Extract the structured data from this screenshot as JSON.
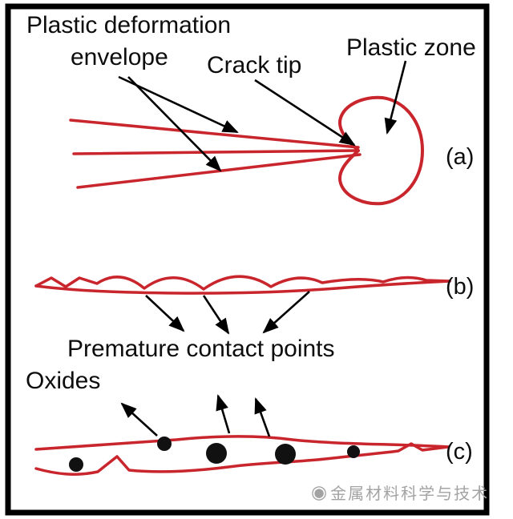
{
  "labels": {
    "plastic_deformation": "Plastic deformation",
    "envelope": "envelope",
    "crack_tip": "Crack tip",
    "plastic_zone": "Plastic zone",
    "premature_contact_points": "Premature contact points",
    "oxides": "Oxides",
    "panel_a": "(a)",
    "panel_b": "(b)",
    "panel_c": "(c)"
  },
  "watermark": {
    "logo_glyph": "◉",
    "text": "金属材料科学与技术"
  },
  "colors": {
    "crack_red": "#c9252c",
    "annotation_black": "#000000",
    "oxide_fill": "#111111",
    "watermark_gray": "#a3a3a3",
    "border_black": "#000000"
  }
}
